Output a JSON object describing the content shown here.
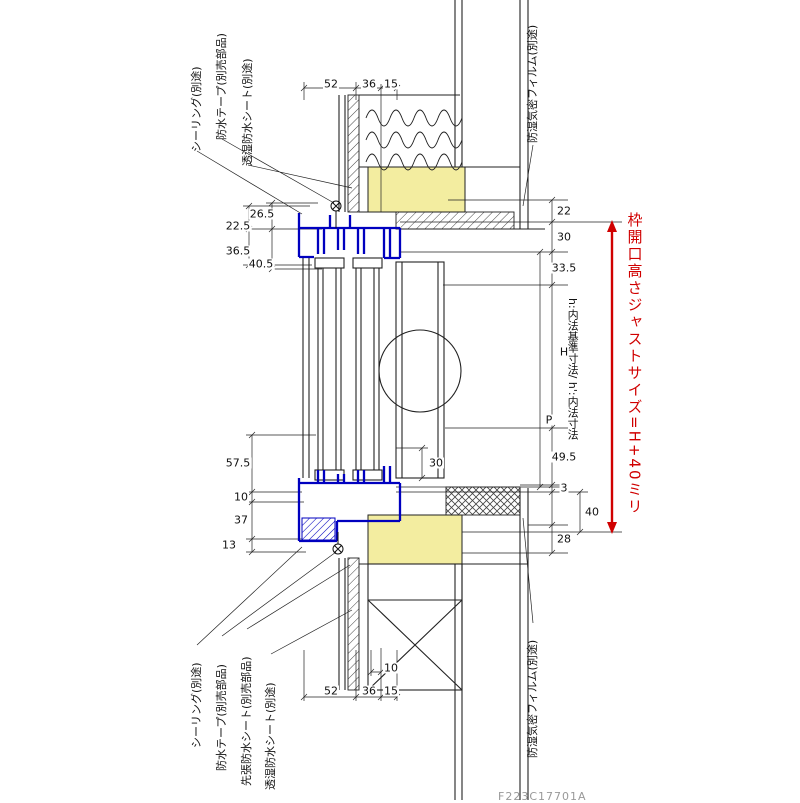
{
  "labels": {
    "top_left": [
      "シーリング(別途)",
      "防水テープ(別売部品)",
      "透湿防水シート(別途)"
    ],
    "top_right": "防湿気密フィルム(別途)",
    "bottom_left": [
      "シーリング(別途)",
      "防水テープ(別売部品)",
      "先張防水シート(別売部品)",
      "透湿防水シート(別途)"
    ],
    "bottom_right": "防湿気密フィルム(別途)",
    "red_note": "枠開口高さジャストサイズ=H+40ミリ",
    "h_note": "h:内法基準寸法/ h':内法寸法"
  },
  "dims": {
    "t1": "52",
    "t2": "36",
    "t3": "15",
    "b1": "52",
    "b2": "36",
    "b3": "15",
    "b4": "10",
    "lh1": "26.5",
    "lh2": "22.5",
    "lh3": "36.5",
    "lh4": "40.5",
    "ls1": "57.5",
    "ls2": "10",
    "ls3": "37",
    "ls4": "13",
    "r1": "22",
    "r2": "30",
    "r3": "33.5",
    "r4": "H",
    "r5": "P",
    "r6": "49.5",
    "r7": "3",
    "r8": "40",
    "r9": "28",
    "c1": "30"
  },
  "code": "F223C17701A",
  "colors": {
    "frame_blue": "#0000bf",
    "note_red": "#d00000",
    "insulation_yellow": "#f3eda0"
  }
}
